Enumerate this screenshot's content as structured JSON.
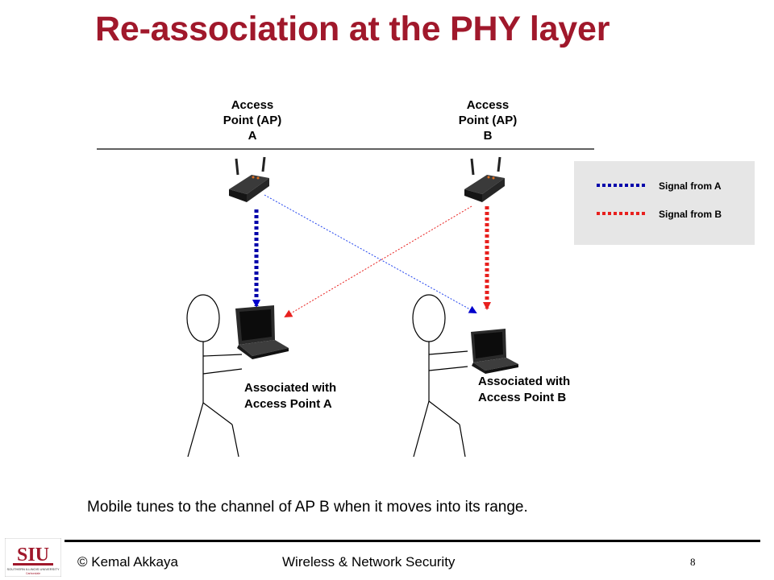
{
  "slide": {
    "title": "Re-association at the PHY layer",
    "caption": "Mobile tunes to the channel of AP B when it moves into its range."
  },
  "access_points": [
    {
      "line1": "Access",
      "line2": "Point (AP)",
      "line3": "A"
    },
    {
      "line1": "Access",
      "line2": "Point (AP)",
      "line3": "B"
    }
  ],
  "legend": {
    "items": [
      {
        "label": "Signal from A",
        "color": "#0000aa"
      },
      {
        "label": "Signal from B",
        "color": "#e8201e"
      }
    ]
  },
  "mobiles": [
    {
      "line1": "Associated with",
      "line2": "Access Point A"
    },
    {
      "line1": "Associated with",
      "line2": "Access Point B"
    }
  ],
  "footer": {
    "author": "© Kemal Akkaya",
    "course": "Wireless & Network Security",
    "page": "8",
    "logo_text": "SIU",
    "logo_subtext": "SOUTHERN ILLINOIS UNIVERSITY Carbondale"
  }
}
